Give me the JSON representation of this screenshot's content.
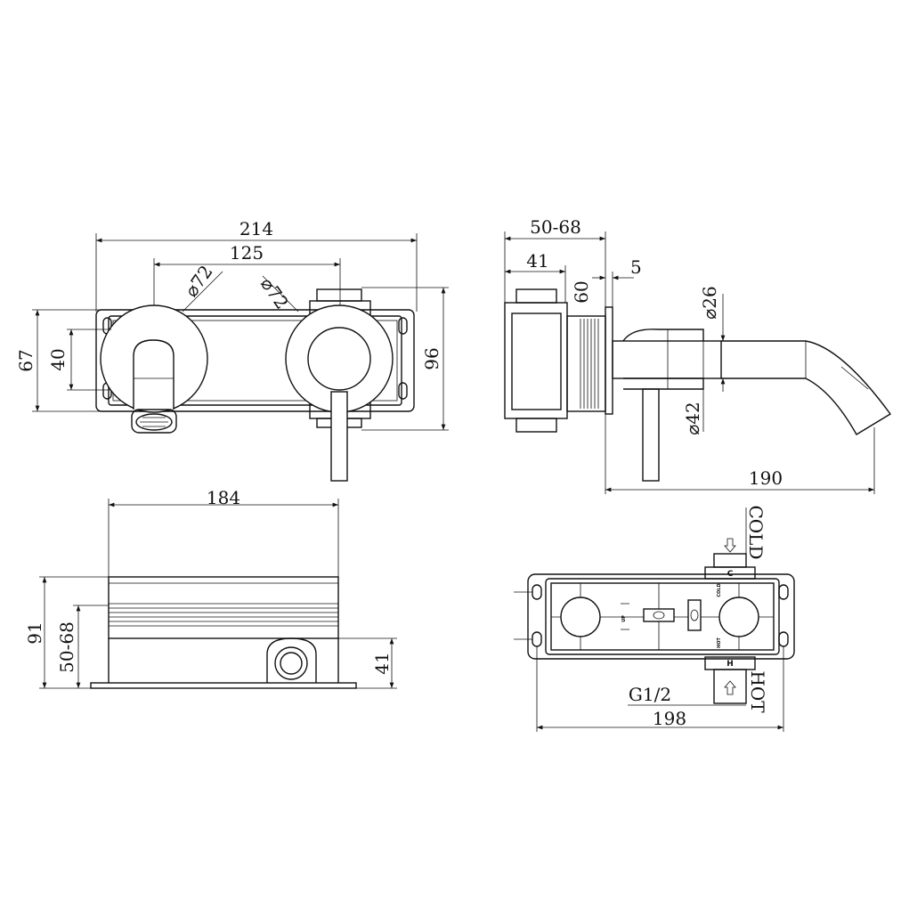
{
  "front_view": {
    "overall_width": "214",
    "centers": "125",
    "dia_left": "⌀72",
    "dia_right": "⌀72",
    "height_67": "67",
    "height_40": "40",
    "height_96": "96"
  },
  "side_view": {
    "depth_range": "50-68",
    "depth_41": "41",
    "dim_60": "60",
    "dim_5": "5",
    "dia_26": "⌀26",
    "dia_42": "⌀42",
    "projection": "190"
  },
  "body_view": {
    "width": "184",
    "height": "91",
    "depth_range": "50-68",
    "inlet_height": "41"
  },
  "back_view": {
    "cold_label": "COLD",
    "hot_label": "HOT",
    "c_mark": "C",
    "h_mark": "H",
    "thread": "G1/2",
    "width": "198",
    "up_mark": "UP",
    "cold_small": "COLD",
    "hot_small": "HOT"
  }
}
